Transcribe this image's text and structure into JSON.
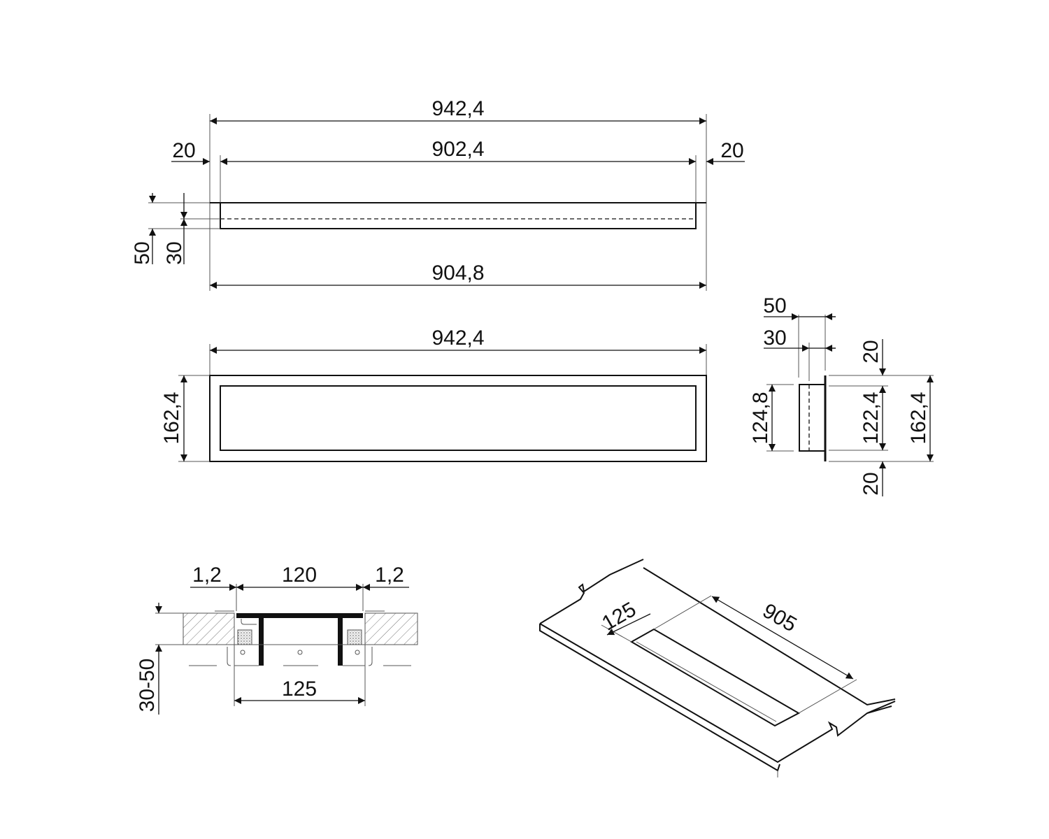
{
  "top_view": {
    "overall_length": "942,4",
    "inner_length": "902,4",
    "left_flange": "20",
    "right_flange": "20",
    "height_total": "50",
    "height_body": "30",
    "bottom_length": "904,8"
  },
  "front_view": {
    "length": "942,4",
    "height": "162,4"
  },
  "side_view": {
    "depth_total": "50",
    "depth_body": "30",
    "flange_top": "20",
    "inner_height": "122,4",
    "flange_bottom": "20",
    "total_height": "162,4",
    "body_height": "124,8"
  },
  "section_view": {
    "gap_left": "1,2",
    "grate_width": "120",
    "gap_right": "1,2",
    "channel_width": "125",
    "board_thickness": "30-50"
  },
  "iso_view": {
    "slot_width": "125",
    "slot_length": "905"
  }
}
